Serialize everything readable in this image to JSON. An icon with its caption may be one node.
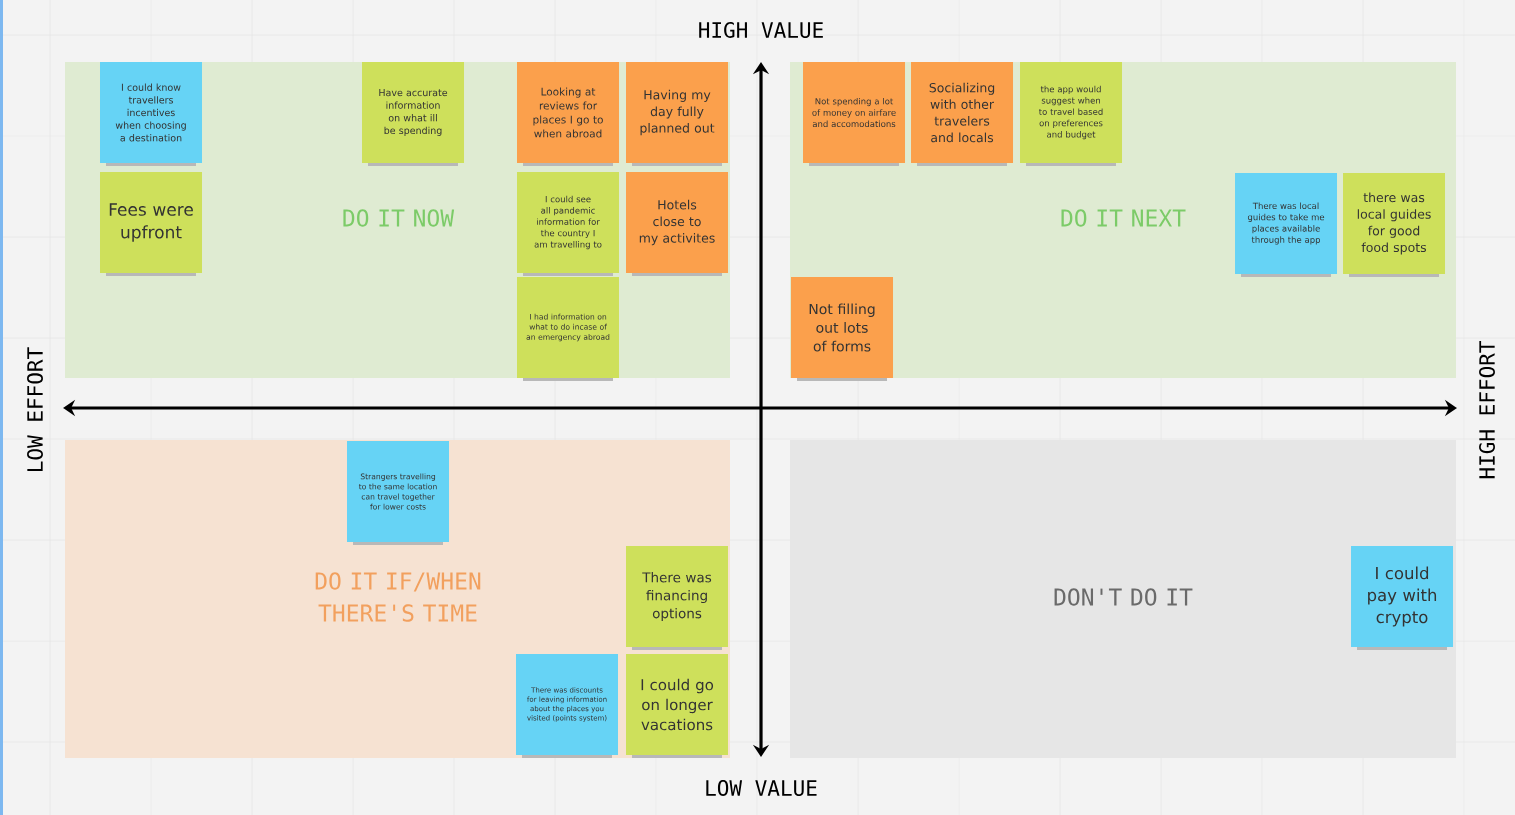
{
  "diagram": {
    "nodes": [
      {
        "text": [
          "DO IT NOW"
        ]
      },
      {
        "text": [
          "I could know travellers incentives when choosing a destination"
        ],
        "in": 0
      },
      {
        "text": [
          "Fees were upfront"
        ],
        "in": 0
      },
      {
        "text": [
          "Have accurate information on what ill be spending"
        ],
        "in": 0
      },
      {
        "text": [
          "Looking at reviews for places I go to when abroad"
        ],
        "in": 0
      },
      {
        "text": [
          "Having my day fully planned out"
        ],
        "in": 0
      },
      {
        "text": [
          "I could see all pandemic information for the country I am travelling to"
        ],
        "in": 0
      },
      {
        "text": [
          "Hotels close to my activites"
        ],
        "in": 0
      },
      {
        "text": [
          "I had information on what to do incase of an emergency abroad"
        ],
        "in": 0
      },
      {
        "text": [
          "DO IT NEXT"
        ]
      },
      {
        "text": [
          "Not spending a lot of money on airfare and accomodations"
        ],
        "in": 9
      },
      {
        "text": [
          "Socializing with other travelers and locals"
        ],
        "in": 9
      },
      {
        "text": [
          "the app would suggest when to travel based on preferences and budget"
        ],
        "in": 9
      },
      {
        "text": [
          "There was local guides to take me places available through the app"
        ],
        "in": 9
      },
      {
        "text": [
          "there was local guides for good food spots"
        ],
        "in": 9
      },
      {
        "text": [
          "Not filling out lots of forms"
        ],
        "in": 9
      },
      {
        "text": [
          "DO IT IF/WHEN THERE'S TIME"
        ]
      },
      {
        "text": [
          "Strangers travelling to the same location can travel together for lower costs"
        ],
        "in": 16
      },
      {
        "text": [
          "There was financing options"
        ],
        "in": 16
      },
      {
        "text": [
          "There was discounts for leaving information about the places you visited (points system)"
        ],
        "in": 16
      },
      {
        "text": [
          "I could go on longer vacations"
        ],
        "in": 16
      },
      {
        "text": [
          "DON'T DO IT"
        ]
      },
      {
        "text": [
          "I could pay with crypto"
        ],
        "in": 21
      }
    ],
    "labels": [
      "HIGH VALUE",
      "LOW EFFORT",
      "HIGH EFFORT",
      "LOW VALUE"
    ]
  }
}
